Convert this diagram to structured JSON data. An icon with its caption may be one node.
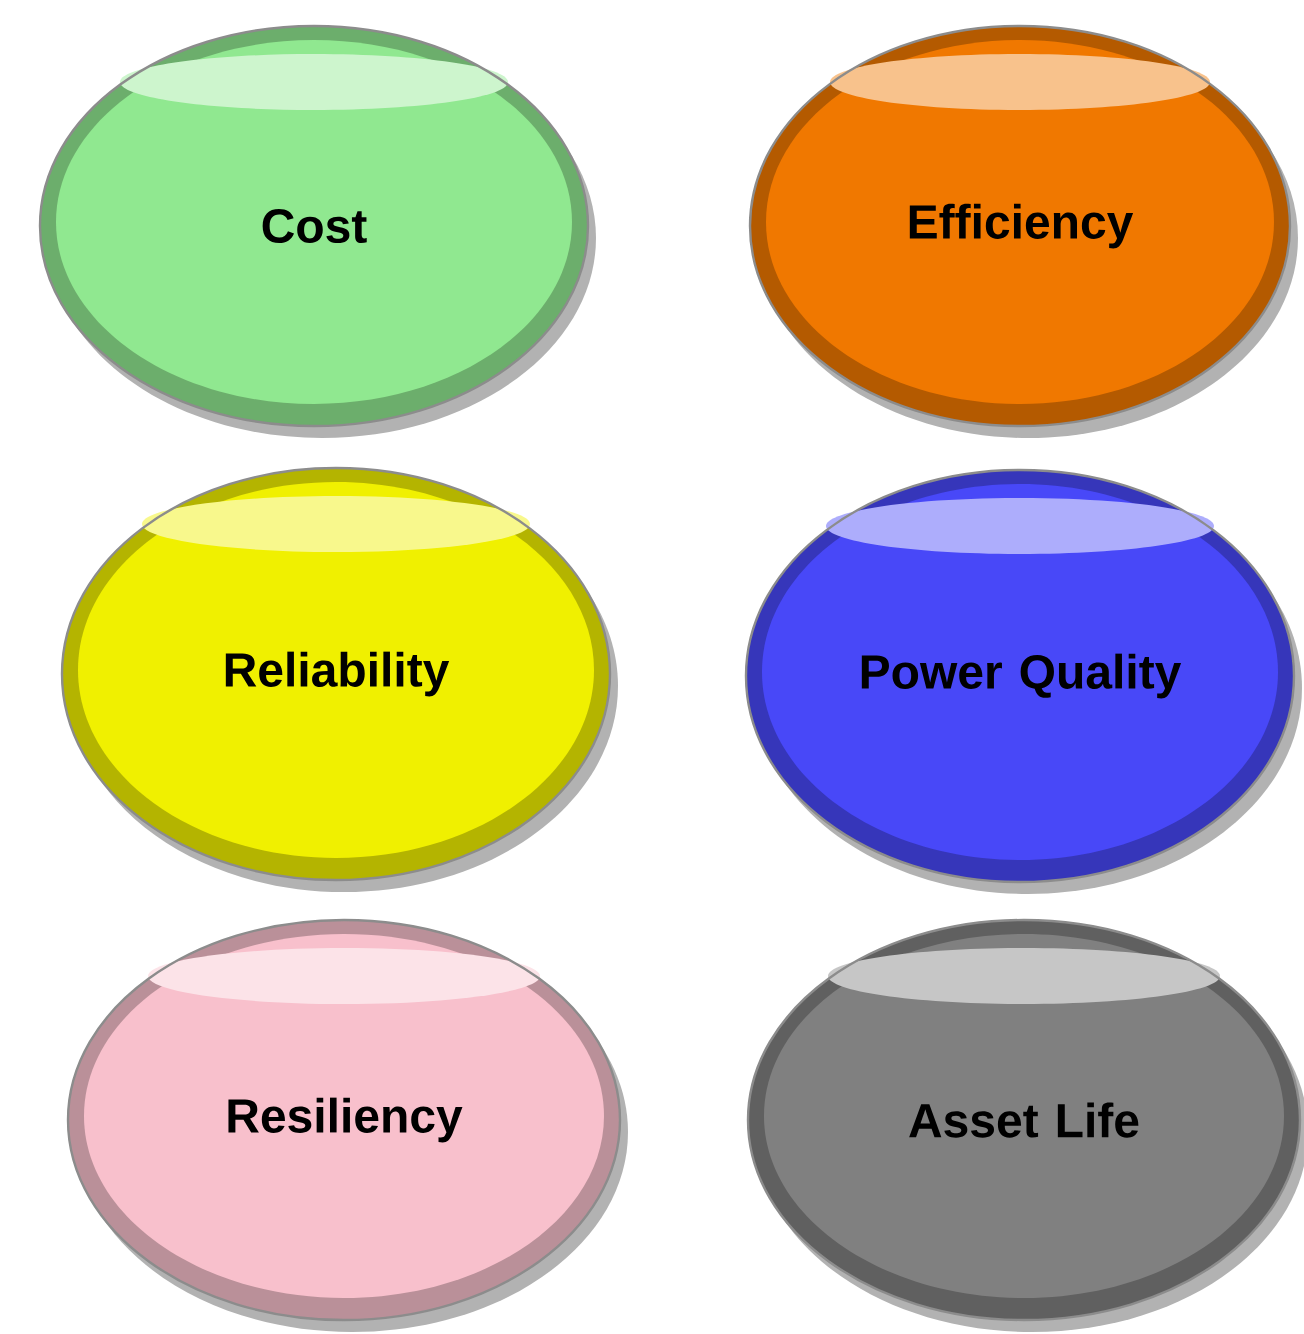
{
  "diagram": {
    "nodes": [
      {
        "text": [
          "Cost"
        ]
      },
      {
        "text": [
          "Efficiency"
        ]
      },
      {
        "text": [
          "Reliability"
        ]
      },
      {
        "text": [
          "Power Quality"
        ]
      },
      {
        "text": [
          "Resiliency"
        ]
      },
      {
        "text": [
          "Asset Life"
        ]
      }
    ]
  }
}
